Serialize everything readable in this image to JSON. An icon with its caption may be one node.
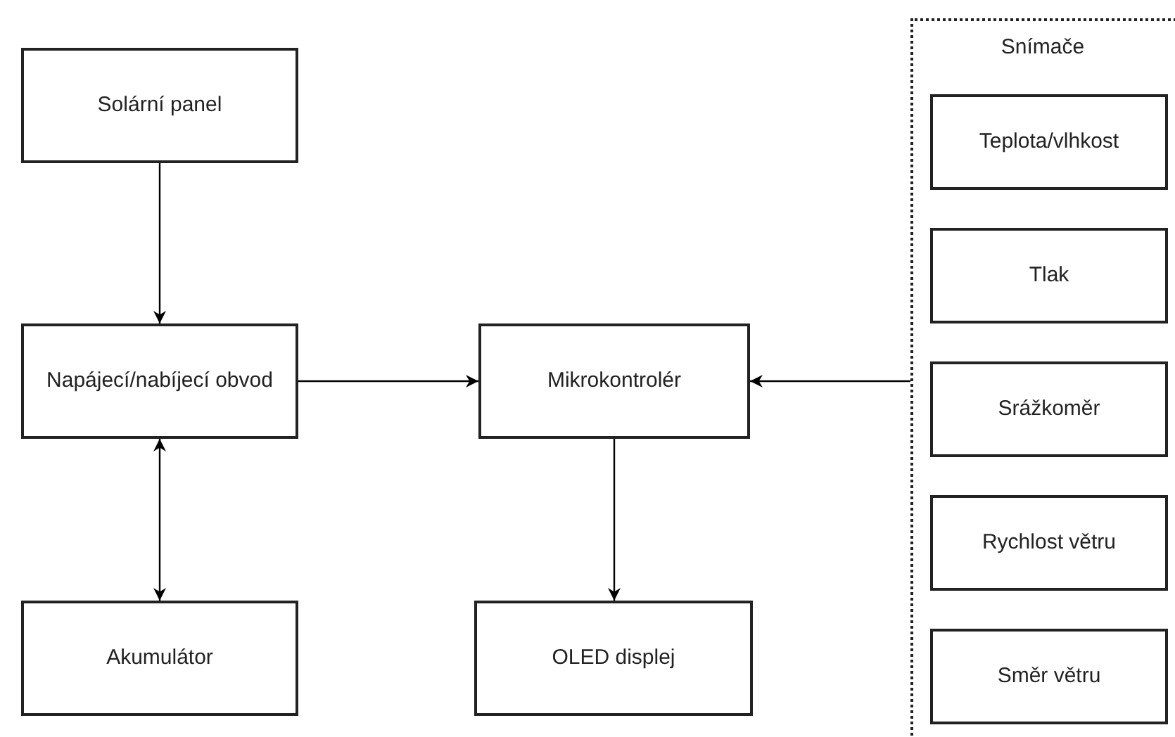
{
  "diagram": {
    "nodes": [
      {
        "text": [
          "Solární panel"
        ]
      },
      {
        "text": [
          "Napájecí/nabíjecí obvod"
        ]
      },
      {
        "text": [
          "Akumulátor"
        ]
      },
      {
        "text": [
          "Mikrokontrolér"
        ]
      },
      {
        "text": [
          "OLED displej"
        ]
      },
      {
        "text": [
          "Snímače"
        ]
      },
      {
        "text": [
          "Teplota/vlhkost"
        ],
        "in": 5
      },
      {
        "text": [
          "Tlak"
        ],
        "in": 5
      },
      {
        "text": [
          "Srážkoměr"
        ],
        "in": 5
      },
      {
        "text": [
          "Rychlost větru"
        ],
        "in": 5
      },
      {
        "text": [
          "Směr větru"
        ],
        "in": 5
      }
    ],
    "edges": [
      {
        "from": 0,
        "to": 1,
        "arrow": "to"
      },
      {
        "from": 1,
        "to": 2,
        "arrow": "both"
      },
      {
        "from": 1,
        "to": 3,
        "arrow": "to"
      },
      {
        "from": 5,
        "to": 3,
        "arrow": "to"
      },
      {
        "from": 3,
        "to": 4,
        "arrow": "to"
      }
    ]
  }
}
